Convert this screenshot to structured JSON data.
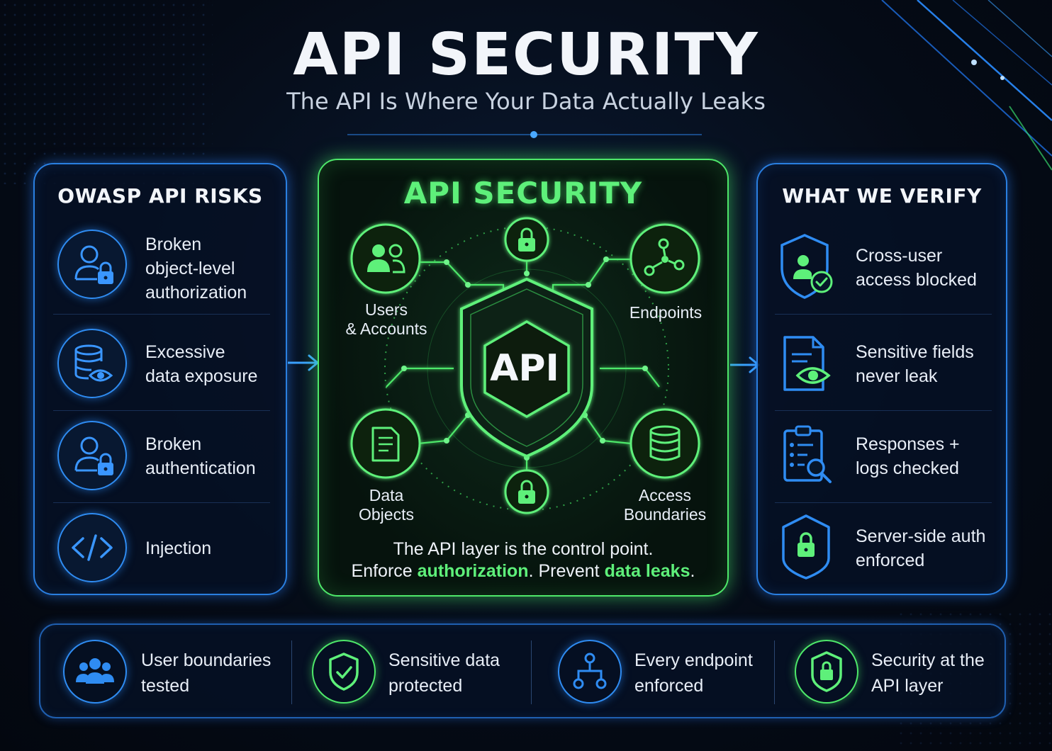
{
  "header": {
    "title": "API SECURITY",
    "subtitle": "The API Is Where Your Data Actually Leaks"
  },
  "left_panel": {
    "heading": "OWASP API RISKS",
    "items": [
      {
        "icon": "user-lock-icon",
        "lines": [
          "Broken",
          "object-level",
          "authorization"
        ]
      },
      {
        "icon": "database-eye-icon",
        "lines": [
          "Excessive",
          "data exposure"
        ]
      },
      {
        "icon": "user-lock-icon",
        "lines": [
          "Broken",
          "authentication"
        ]
      },
      {
        "icon": "code-icon",
        "lines": [
          "Injection"
        ]
      }
    ]
  },
  "center_panel": {
    "heading": "API SECURITY",
    "core_label": "API",
    "nodes": [
      {
        "icon": "users-icon",
        "lines": [
          "Users",
          "& Accounts"
        ]
      },
      {
        "icon": "endpoints-icon",
        "lines": [
          "Endpoints"
        ]
      },
      {
        "icon": "document-icon",
        "lines": [
          "Data",
          "Objects"
        ]
      },
      {
        "icon": "database-icon",
        "lines": [
          "Access",
          "Boundaries"
        ]
      }
    ],
    "caption": {
      "line1": "The API layer is the control point.",
      "line2_prefix": "Enforce ",
      "line2_hl1": "authorization",
      "line2_mid": ". Prevent ",
      "line2_hl2": "data leaks",
      "line2_suffix": "."
    }
  },
  "right_panel": {
    "heading": "WHAT WE VERIFY",
    "items": [
      {
        "icon": "shield-user-check-icon",
        "lines": [
          "Cross-user",
          "access blocked"
        ]
      },
      {
        "icon": "document-eye-icon",
        "lines": [
          "Sensitive fields",
          "never leak"
        ]
      },
      {
        "icon": "clipboard-search-icon",
        "lines": [
          "Responses +",
          "logs checked"
        ]
      },
      {
        "icon": "shield-lock-icon",
        "lines": [
          "Server-side auth",
          "enforced"
        ]
      }
    ]
  },
  "bottom_bar": {
    "features": [
      {
        "icon": "user-group-icon",
        "lines": [
          "User boundaries",
          "tested"
        ]
      },
      {
        "icon": "shield-check-icon",
        "lines": [
          "Sensitive data",
          "protected"
        ]
      },
      {
        "icon": "hierarchy-icon",
        "lines": [
          "Every endpoint",
          "enforced"
        ]
      },
      {
        "icon": "shield-lock-icon",
        "lines": [
          "Security at the",
          "API layer"
        ]
      }
    ]
  },
  "colors": {
    "background": "#050b16",
    "blue_accent": "#2f8cf2",
    "green_accent": "#5ef07a",
    "text": "#e8eef7"
  }
}
